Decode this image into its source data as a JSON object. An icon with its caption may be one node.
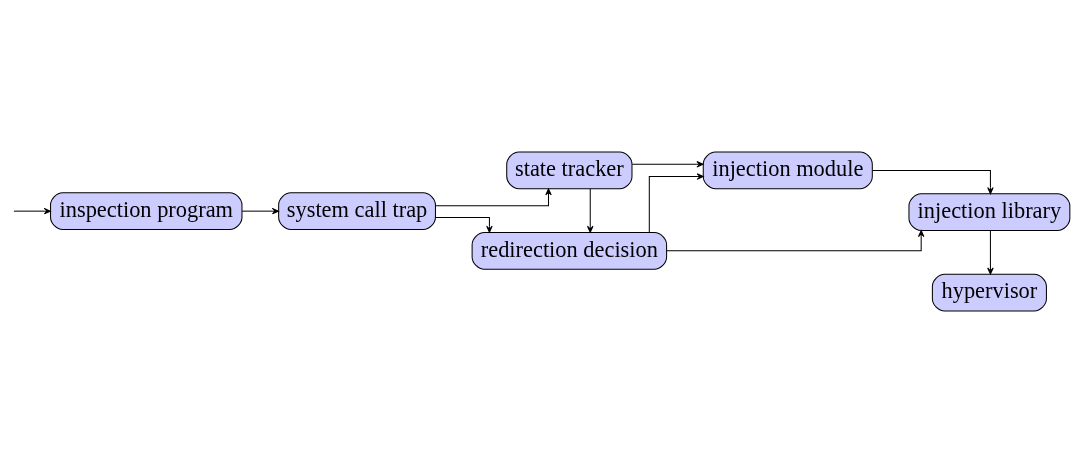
{
  "diagram": {
    "nodes": [
      {
        "text": [
          "inspection program"
        ]
      },
      {
        "text": [
          "system call trap"
        ]
      },
      {
        "text": [
          "redirection decision"
        ]
      },
      {
        "text": [
          "state tracker"
        ]
      },
      {
        "text": [
          "injection module"
        ]
      },
      {
        "text": [
          "injection library"
        ]
      },
      {
        "text": [
          "hypervisor"
        ]
      }
    ],
    "edges": [
      {
        "from": null,
        "to": 0,
        "arrow": "to"
      },
      {
        "from": 0,
        "to": 1,
        "arrow": "to"
      },
      {
        "from": 1,
        "to": 2,
        "arrow": "to"
      },
      {
        "from": 1,
        "to": 3,
        "arrow": "to"
      },
      {
        "from": 3,
        "to": 2,
        "arrow": "to"
      },
      {
        "from": 2,
        "to": 4,
        "arrow": "to"
      },
      {
        "from": 2,
        "to": 5,
        "arrow": "to"
      },
      {
        "from": 3,
        "to": 4,
        "arrow": "to"
      },
      {
        "from": 4,
        "to": 5,
        "arrow": "to"
      },
      {
        "from": 5,
        "to": 6,
        "arrow": "to"
      }
    ]
  }
}
